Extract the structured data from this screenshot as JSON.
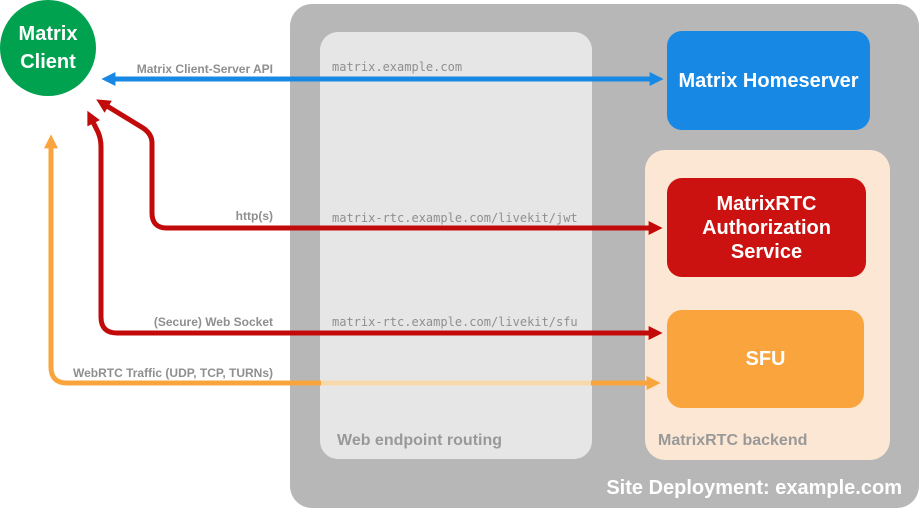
{
  "title": "Site Deployment: example.com",
  "nodes": {
    "client": "Matrix Client",
    "homeserver": "Matrix Homeserver",
    "auth": "MatrixRTC Authorization Service",
    "sfu": "SFU"
  },
  "containers": {
    "routing": "Web endpoint routing",
    "backend": "MatrixRTC backend"
  },
  "endpoints": {
    "homeserver": "matrix.example.com",
    "jwt": "matrix-rtc.example.com/livekit/jwt",
    "sfu": "matrix-rtc.example.com/livekit/sfu"
  },
  "connections": {
    "cs_api": "Matrix Client-Server API",
    "http": "http(s)",
    "websocket": "(Secure) Web Socket",
    "webrtc": "WebRTC Traffic (UDP, TCP, TURNs)"
  },
  "colors": {
    "client_green": "#00A24F",
    "homeserver_blue": "#1789E5",
    "auth_red": "#CC1111",
    "arrow_red": "#C20A0A",
    "sfu_orange": "#F9A43C",
    "orange_pale": "#F7D9AC",
    "backend_peach": "#FBE7D3",
    "outer_gray": "#B7B7B7",
    "inner_gray": "#E6E6E6",
    "label_gray": "#8F8F8F"
  }
}
